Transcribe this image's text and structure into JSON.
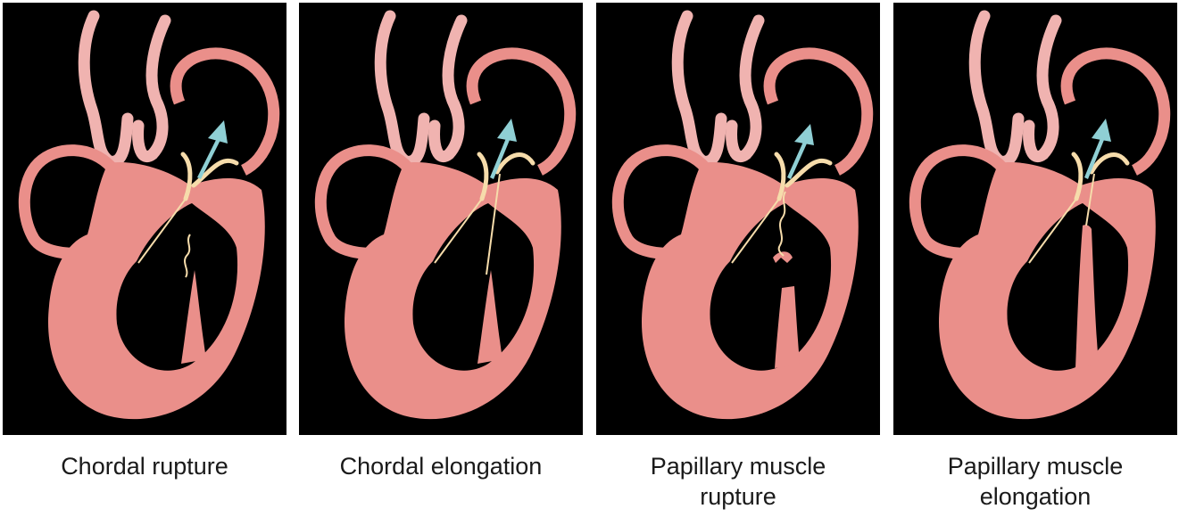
{
  "colors": {
    "background": "#000000",
    "muscle": "#ea8f8a",
    "vessel": "#f0b3b0",
    "valve": "#f6dcab",
    "regurgitation_arrow": "#8fcfd4",
    "caption_text": "#1a1a1a"
  },
  "panels": [
    {
      "id": "chordal-rupture",
      "caption_lines": [
        "Chordal rupture"
      ]
    },
    {
      "id": "chordal-elongation",
      "caption_lines": [
        "Chordal elongation"
      ]
    },
    {
      "id": "papillary-muscle-rupture",
      "caption_lines": [
        "Papillary muscle",
        "rupture"
      ]
    },
    {
      "id": "papillary-muscle-elongation",
      "caption_lines": [
        "Papillary muscle",
        "elongation"
      ]
    }
  ]
}
